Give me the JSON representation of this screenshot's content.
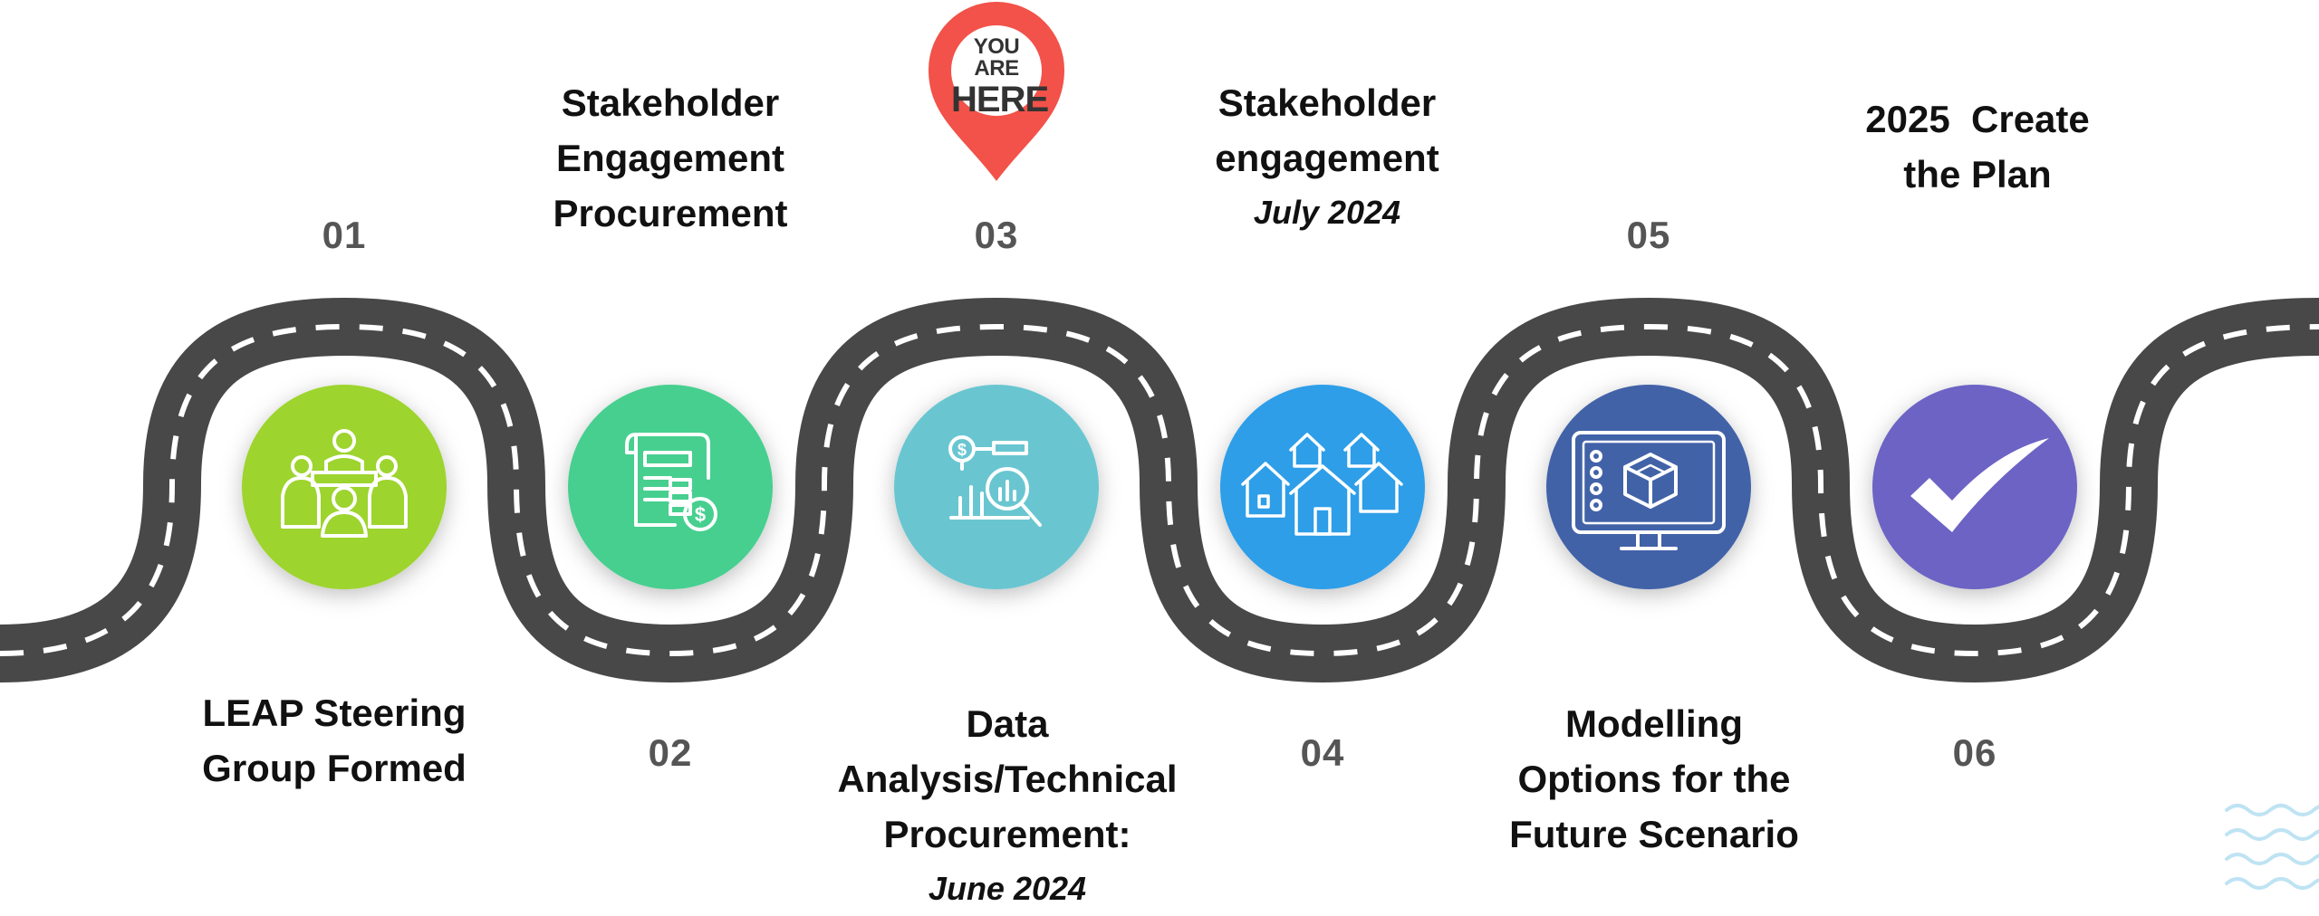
{
  "marker": {
    "line1": "YOU ARE",
    "line2": "HERE",
    "color": "#F25249"
  },
  "steps": [
    {
      "number": "01",
      "title": "LEAP Steering\nGroup Formed",
      "date": "",
      "color": "#9DD42E",
      "icon": "meeting-table-icon"
    },
    {
      "number": "02",
      "title": "Stakeholder\nEngagement\nProcurement",
      "date": "",
      "color": "#47CF8F",
      "icon": "invoice-payment-icon"
    },
    {
      "number": "03",
      "title": "Data\nAnalysis/Technical\nProcurement:",
      "date": "June 2024",
      "color": "#69C6D1",
      "icon": "data-analysis-icon"
    },
    {
      "number": "04",
      "title": "Stakeholder\nengagement",
      "date": "July 2024",
      "color": "#2F9EE8",
      "icon": "houses-icon"
    },
    {
      "number": "05",
      "title": "Modelling\nOptions for the\nFuture Scenario",
      "date": "",
      "color": "#4262A8",
      "icon": "monitor-3d-icon"
    },
    {
      "number": "06",
      "title": "2025  Create\nthe Plan",
      "date": "",
      "color": "#6C64C4",
      "icon": "checkmark-icon"
    }
  ],
  "road": {
    "color": "#484848",
    "dash_color": "#FFFFFF"
  },
  "decoration": {
    "color": "#BFE3F3"
  }
}
